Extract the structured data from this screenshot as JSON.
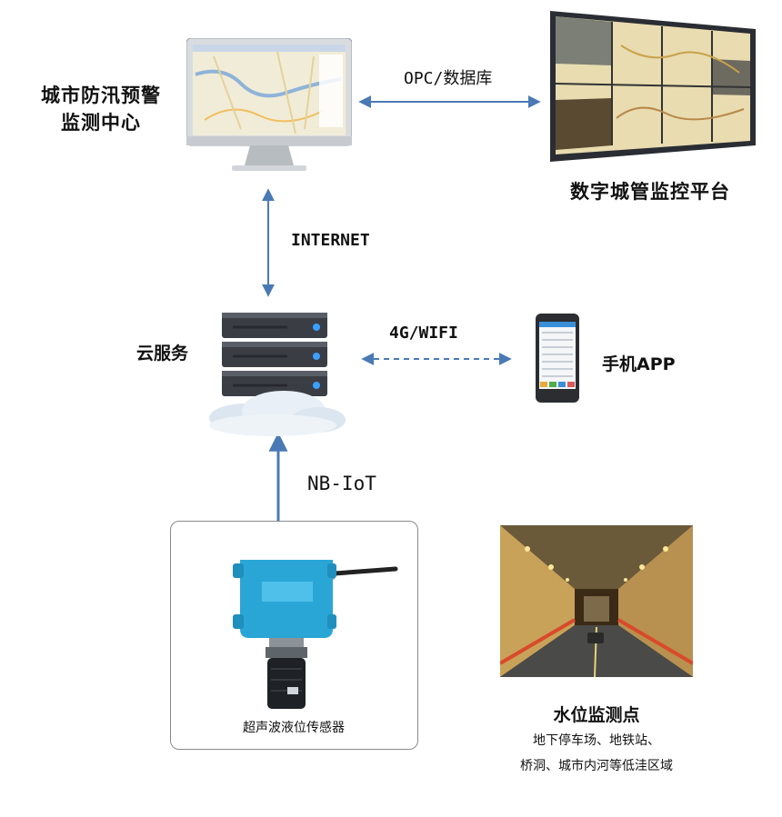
{
  "nodes": {
    "monitor_center": "城市防汛预警\n监测中心",
    "city_platform": "数字城管监控平台",
    "cloud": "云服务",
    "phone": "手机APP",
    "sensor": "超声波液位传感器",
    "site_title": "水位监测点",
    "site_desc_1": "地下停车场、地铁站、",
    "site_desc_2": "桥洞、城市内河等低洼区域"
  },
  "links": {
    "opc": "OPC/数据库",
    "internet": "INTERNET",
    "wifi": "4G/WIFI",
    "nbiot": "NB-IoT"
  },
  "colors": {
    "arrow": "#4a7ab5",
    "device_blue": "#2aa6d6",
    "server_dark": "#3a3d44"
  }
}
